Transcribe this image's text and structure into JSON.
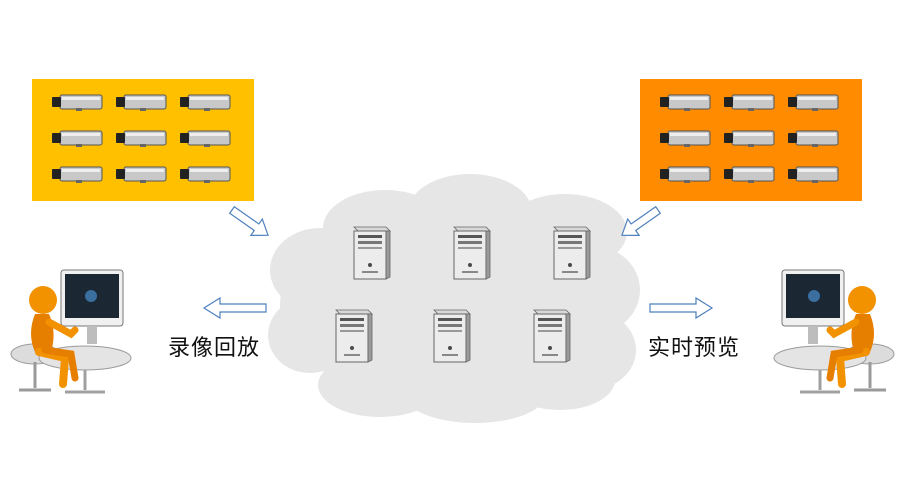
{
  "labels": {
    "playback": "录像回放",
    "live_preview": "实时预览"
  },
  "panels": {
    "left": {
      "color": "#FFC000",
      "cameras": 9
    },
    "right": {
      "color": "#FF8C00",
      "cameras": 9
    }
  },
  "cloud_color": "#E6E6E6",
  "arrow_color": "#4F81BD",
  "servers": 6,
  "icons": [
    "camera-icon",
    "server-icon",
    "user-workstation-icon",
    "arrow-icon"
  ]
}
